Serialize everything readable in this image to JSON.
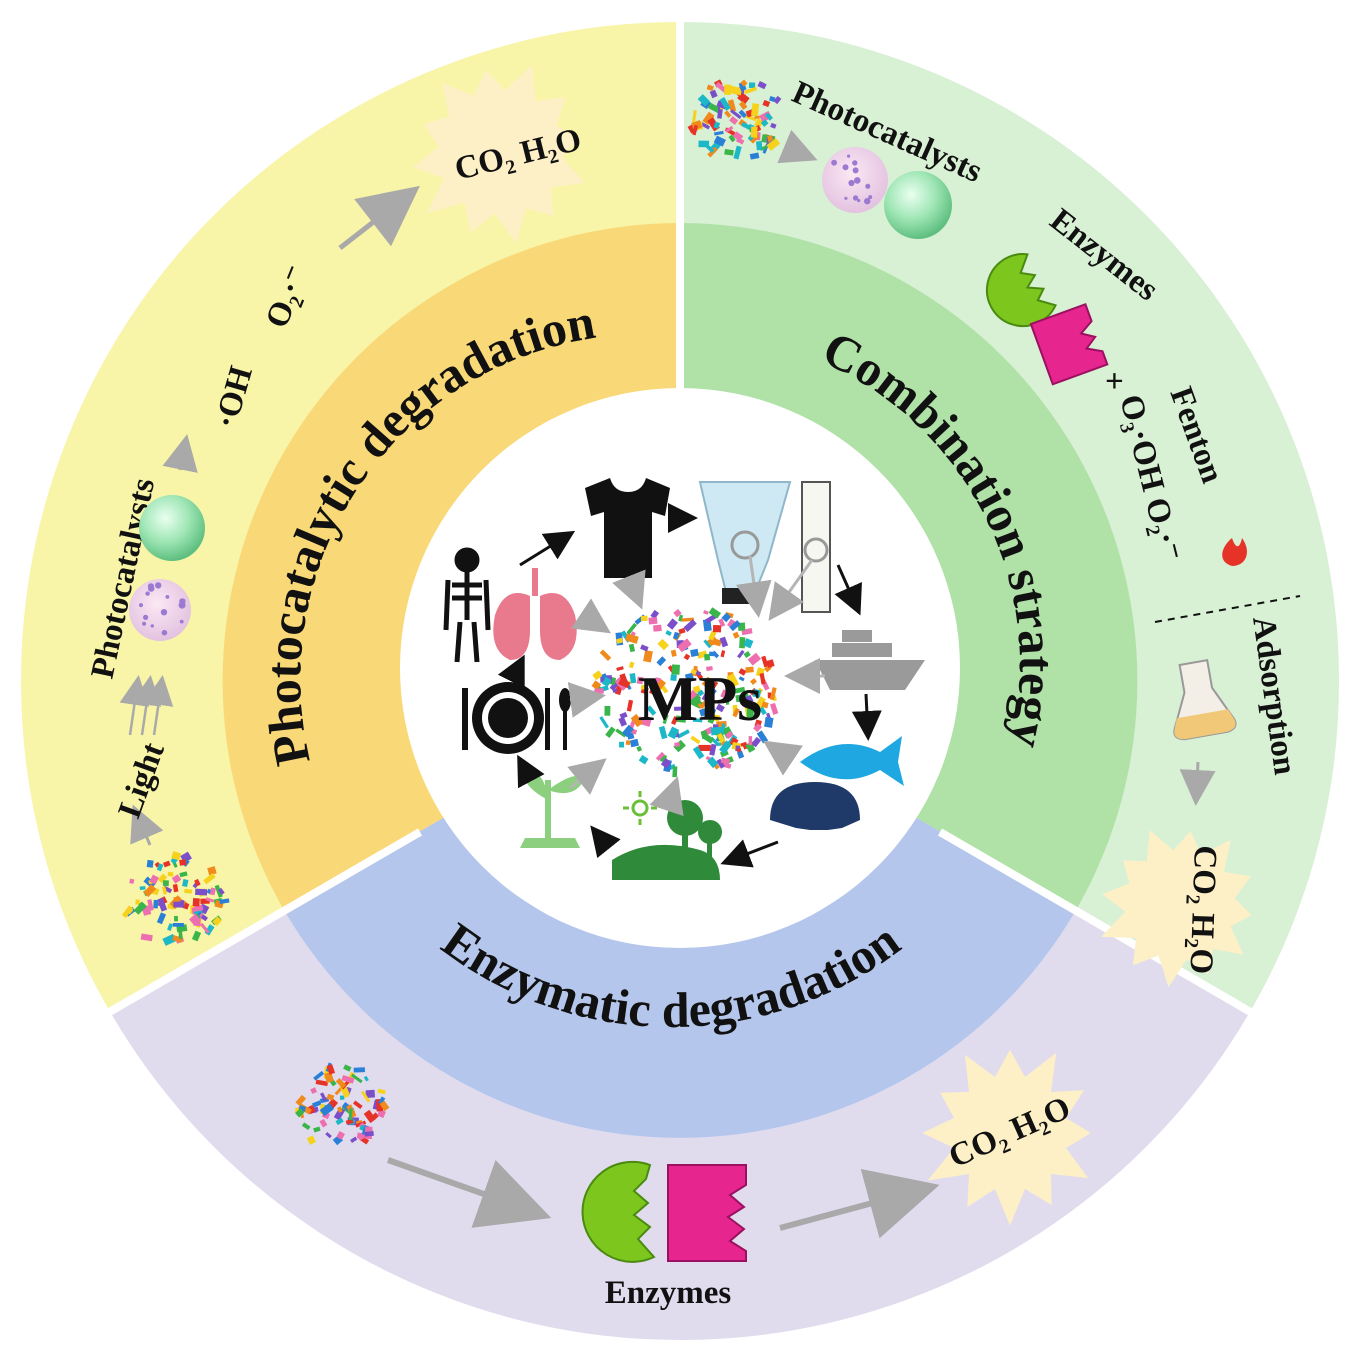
{
  "center": {
    "label": "MPs"
  },
  "sectors": {
    "photocatalytic": {
      "title": "Photocatalytic degradation",
      "light": "Light",
      "photocatalysts": "Photocatalysts",
      "oh": "·OH",
      "o2": "O₂·⁻",
      "products": "CO₂ H₂O"
    },
    "combination": {
      "title": "Combination strategy",
      "photocatalysts": "Photocatalysts",
      "enzymes": "Enzymes",
      "plus": "+",
      "fenton": "Fenton",
      "oxidants": "O₃·OH O₂·⁻",
      "adsorption": "Adsorption",
      "products": "CO₂ H₂O"
    },
    "enzymatic": {
      "title": "Enzymatic degradation",
      "enzymes": "Enzymes",
      "products": "CO₂ H₂O"
    }
  },
  "colors": {
    "photo_outer": "#f8f4a8",
    "photo_inner": "#f9d877",
    "combo_outer": "#d8f0d4",
    "combo_inner": "#b0e2a8",
    "enzyme_outer": "#e0dcee",
    "enzyme_inner": "#b5c6ec",
    "enzyme_green": "#7cc61e",
    "enzyme_pink": "#e6258e",
    "catalyst_green": "#9fe6b5",
    "burst": "#fdf0c7"
  }
}
